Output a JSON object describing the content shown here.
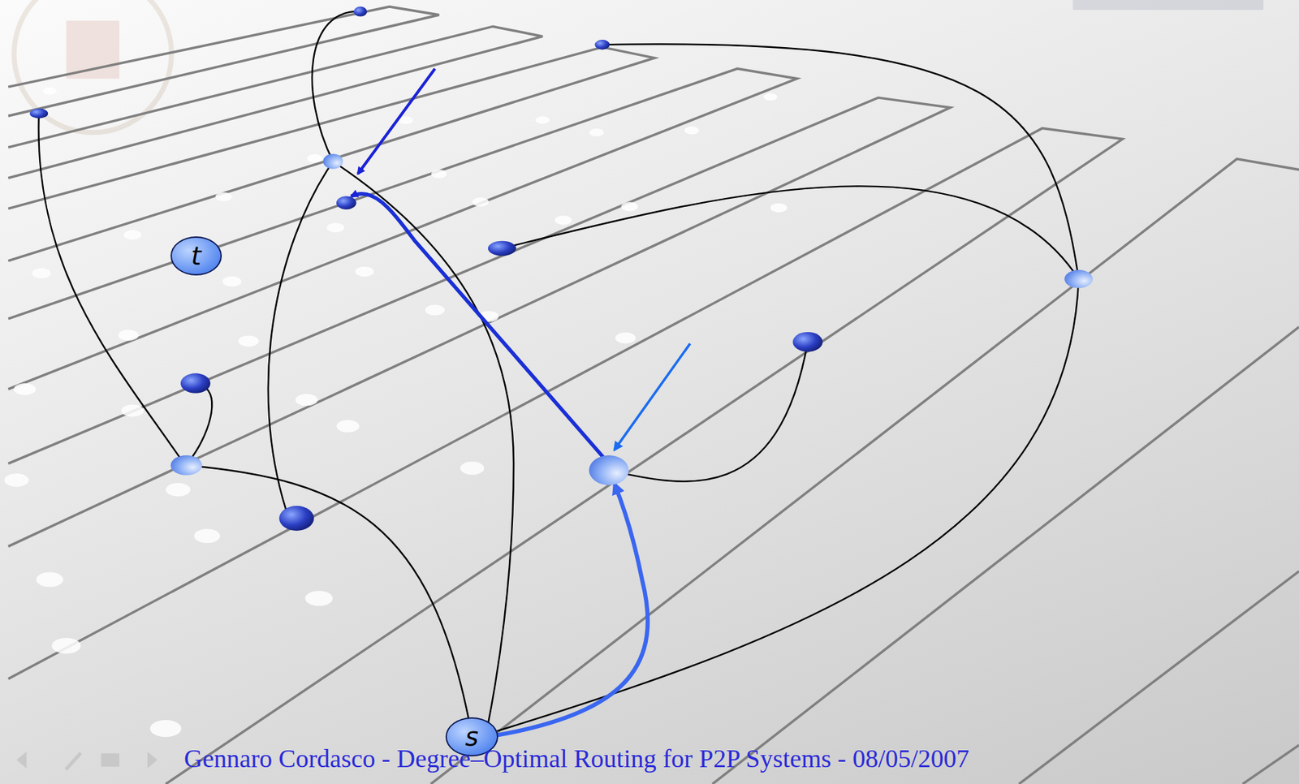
{
  "diagram": {
    "nodes": [
      {
        "text": [
          "t"
        ]
      },
      {
        "text": [
          "s"
        ]
      }
    ],
    "edges": [],
    "labels": [
      "Gennaro Cordasco - Degree–Optimal Routing for P2P Systems - 08/05/2007"
    ]
  }
}
